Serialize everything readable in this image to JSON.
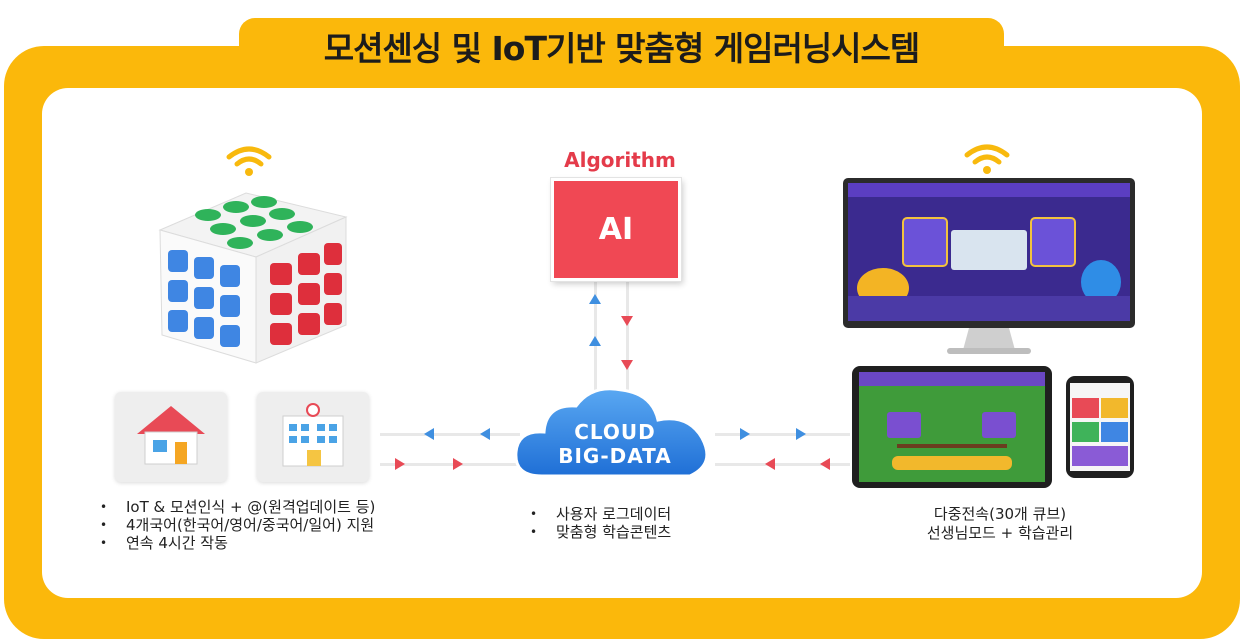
{
  "title": "모션센싱 및 IoT기반 맞춤형 게임러닝시스템",
  "algorithm": {
    "label": "Algorithm",
    "box": "AI"
  },
  "cloud": {
    "line1": "CLOUD",
    "line2": "BIG-DATA"
  },
  "device_bullets": [
    "IoT & 모션인식 + @(원격업데이트 등)",
    "4개국어(한국어/영어/중국어/일어) 지원",
    "연속 4시간 작동"
  ],
  "cloud_bullets": [
    "사용자 로그데이터",
    "맞춤형 학습콘텐츠"
  ],
  "screen_caption": [
    "다중전속(30개 큐브)",
    "선생님모드 + 학습관리"
  ],
  "colors": {
    "frame": "#fbb80b",
    "algorithm": "#e43b4a",
    "cloud": "#2c86e6",
    "up_arrow": "#3f8fe0",
    "down_arrow": "#e84a56"
  },
  "icons": [
    "wifi-icon",
    "cube-device",
    "house-icon",
    "school-icon",
    "cloud-icon",
    "monitor-icon",
    "tablet-icon",
    "phone-icon"
  ]
}
